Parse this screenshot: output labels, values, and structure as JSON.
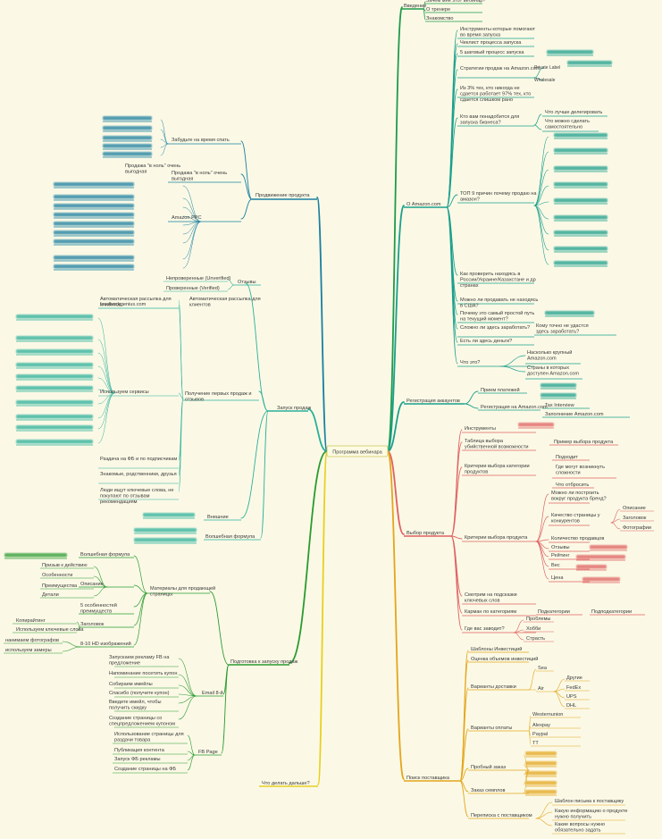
{
  "root": "Программа вебинара",
  "colors": {
    "intro": "#1f9a4a",
    "amazon": "#1a9f8c",
    "register": "#1a9f8c",
    "product": "#e06060",
    "supplier": "#e4a51c",
    "after": "#e8d020",
    "prep": "#2a9a30",
    "launch": "#2ab09a",
    "promo": "#1a7fa0"
  },
  "branches": {
    "intro": {
      "label": "Введение",
      "children": [
        "Зачем мне этот вебинар?",
        "О тренере",
        "Знакомство"
      ]
    },
    "amazon": {
      "label": "О Amazon.com",
      "children": [
        "Инструменты которые помогают во время запуска",
        "Чеклист процесса запуска",
        "5 шаговый процесс запуска",
        "Стратегии продаж на Amazon.com",
        "Из 3% тех, кто никогда не сдается работает 97% тех, кто сдается слишком рано",
        "Кто вам понадобится для запуска бизнеса?",
        "ТОП 9 причин почему продаю на амазон?",
        "Как проверить находясь в России/Украине/Казахстане и др странах",
        "Можно ли продавать не находясь в США?",
        "Почему это самый простой путь на текущий момент?",
        "Сложно ли здесь заработать?",
        "Есть ли здесь деньги?",
        "Что это?"
      ],
      "strategy_sub": [
        "Private Label",
        "Wholesale"
      ],
      "who_sub": [
        "Что лучше делегировать",
        "Что можно сделать самостоятельно"
      ],
      "hard_sub": "Кому точно не удастся здесь заработать?",
      "what_sub": [
        "Насколько крупный Amazon.com",
        "Страны в которых доступен Amazon.com"
      ]
    },
    "register": {
      "label": "Регистрация аккаунтов",
      "children": [
        "Прием платежей",
        "Регистрация на Amazon.com"
      ],
      "reg_sub": [
        "Tax Interview",
        "Заполнение Amazon.com"
      ]
    },
    "product": {
      "label": "Выбор продукта",
      "children": [
        "Инструменты",
        "Таблица выбора убийственной возможности",
        "Критерии выбора категории продуктов",
        "Критерии выбора продукта",
        "Смотрим на подсказки ключевых слов",
        "Карман по категориям",
        "Где вас заводит?"
      ],
      "table_sub": "Пример выбора продукта",
      "cat_sub": [
        "Подходит",
        "Где могут возникнуть сложности",
        "Что отбросить"
      ],
      "crit_sub": [
        "Можно ли построить вокруг продукта бренд?",
        "Качество страницы у конкурентов",
        "Количество продавцов",
        "Отзывы",
        "Рейтинг",
        "Вес",
        "Цена"
      ],
      "quality_sub": [
        "Описание",
        "Заголовок",
        "Фотографии"
      ],
      "pocket_sub": [
        "Подкатегории",
        "Подподкатегории"
      ],
      "where_sub": [
        "Проблемы",
        "Хобби",
        "Страсть"
      ]
    },
    "supplier": {
      "label": "Поиск поставщика",
      "children": [
        "Шаблоны Инвестиций",
        "Оценка объемов инвестиций",
        "Варианты доставки",
        "Варианты оплаты",
        "Пробный заказ",
        "Заказ семплов",
        "Переписка с поставщиком"
      ],
      "delivery_sub": [
        "Sea",
        "Air"
      ],
      "air_sub": [
        "Другие",
        "FedEx",
        "UPS",
        "DHL"
      ],
      "pay_sub": [
        "Westernunion",
        "Alexpay",
        "Paypal",
        "TT"
      ],
      "corr_sub": [
        "Шаблон письма к поставщику",
        "Какую информацию о продукте нужно получить",
        "Какие вопросы нужно обязательно задать"
      ]
    },
    "after": {
      "label": "Что делать дальше?"
    },
    "prep": {
      "label": "Подготовка к запуску продаж",
      "children": [
        "Материалы для продающей страницы",
        "Email 8-й",
        "FB Page"
      ],
      "materials_sub": [
        "Волшебная формула",
        "Описание",
        "5 особенностей преимуществ",
        "Заголовок",
        "8-10 HD изображений"
      ],
      "desc_sub": [
        "Призыв к действию",
        "Особенности",
        "Преимущества",
        "Детали"
      ],
      "head_sub": [
        "Копирайтинг",
        "Используем ключевые слова"
      ],
      "img_sub": [
        "нанимаем фотографов",
        "используем замеры"
      ],
      "email_sub": [
        "Запускаем рекламу FB на предложение",
        "Напоминание посетить купон",
        "Собираем имейлы",
        "Спасибо (получите купон)",
        "Введите имейл, чтобы получить скидку",
        "Создание страницы со спецпредложением купоном"
      ],
      "fb_sub": [
        "Использование страницы для раздачи товара",
        "Публикация контента",
        "Запуск ФБ рекламы",
        "Создание страницы на ФБ"
      ]
    },
    "launch": {
      "label": "Запуск продаж",
      "children": [
        "Отзывы",
        "Получение первых продаж и отзывов",
        "Внешние",
        "Волшебная формула"
      ],
      "reviews_sub": [
        "Непроверенные (Unverified)",
        "Проверенные (Verified)"
      ],
      "first_sub": [
        "Автоматическая рассылка для клиентов",
        "feedbackgenius.com",
        "Используем сервисы",
        "Раздача на ФБ и по подписчикам",
        "Знакомые, родственники, друзья",
        "Люди ищут ключевые слова, не покупают по отзывам рекомендациям"
      ]
    },
    "promo": {
      "label": "Продвижение продукта",
      "children": [
        "Забудьте на время спать",
        "Продажа \"в ноль\" очень выгодная",
        "Amazon PPC"
      ]
    }
  }
}
